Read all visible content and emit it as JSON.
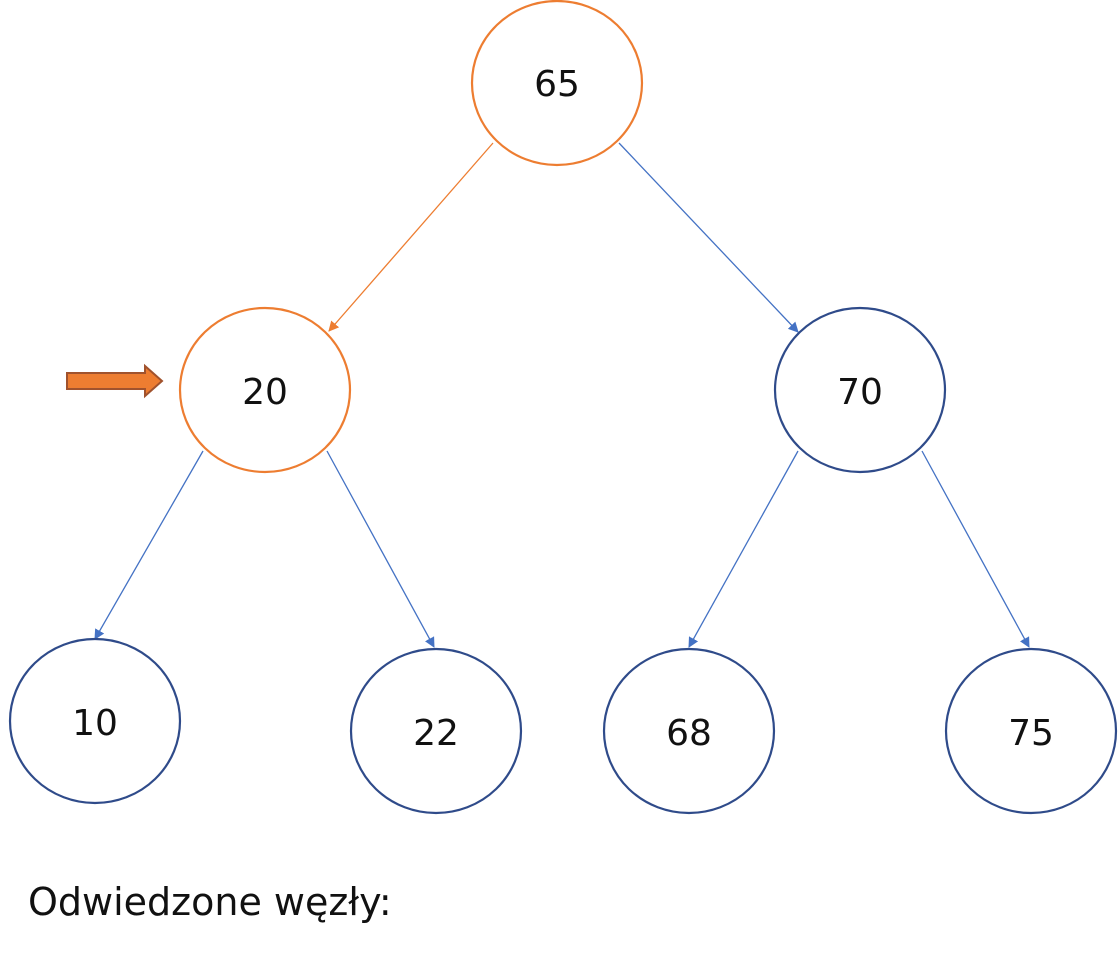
{
  "diagram": {
    "nodes": [
      {
        "id": "n65",
        "label": "65",
        "state": "visited"
      },
      {
        "id": "n20",
        "label": "20",
        "state": "visited"
      },
      {
        "id": "n70",
        "label": "70",
        "state": "unvisited"
      },
      {
        "id": "n10",
        "label": "10",
        "state": "unvisited"
      },
      {
        "id": "n22",
        "label": "22",
        "state": "unvisited"
      },
      {
        "id": "n68",
        "label": "68",
        "state": "unvisited"
      },
      {
        "id": "n75",
        "label": "75",
        "state": "unvisited"
      }
    ],
    "edges": [
      {
        "from": "65",
        "to": "20",
        "state": "traversed"
      },
      {
        "from": "65",
        "to": "70",
        "state": "default"
      },
      {
        "from": "20",
        "to": "10",
        "state": "default"
      },
      {
        "from": "20",
        "to": "22",
        "state": "default"
      },
      {
        "from": "70",
        "to": "68",
        "state": "default"
      },
      {
        "from": "70",
        "to": "75",
        "state": "default"
      }
    ],
    "current_node": "20",
    "pointer_icon": "right-arrow-icon",
    "colors": {
      "visited_stroke": "#ed7d31",
      "unvisited_stroke": "#2f4b8a",
      "edge_default": "#4472c4",
      "edge_traversed": "#ed7d31",
      "pointer_fill": "#ed7d31",
      "pointer_stroke": "#a0522d"
    }
  },
  "caption": {
    "visited_label": "Odwiedzone węzły:"
  }
}
